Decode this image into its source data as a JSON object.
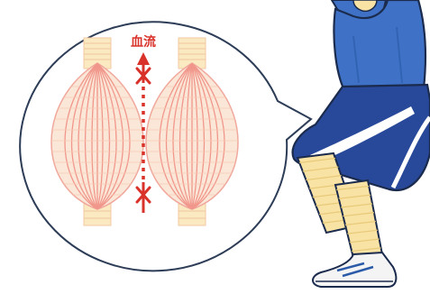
{
  "callout": {
    "label": "血流",
    "arrow_color": "#d9322b",
    "muscle_fill": "#fbe7d8",
    "muscle_stripe": "#f1968a",
    "tendon_fill": "#fbe9c2",
    "bubble_stroke": "#2d3d57"
  },
  "figure": {
    "jersey_color": "#3f72c6",
    "shorts_color": "#28489a",
    "stripe_color": "#ffffff",
    "skin_color": "#f9e3a4",
    "shoe_color": "#f4f4f4",
    "outline_color": "#1b2b4d"
  },
  "icons": [
    "muscle-illustration",
    "blood-flow-arrow",
    "blockage-mark"
  ]
}
